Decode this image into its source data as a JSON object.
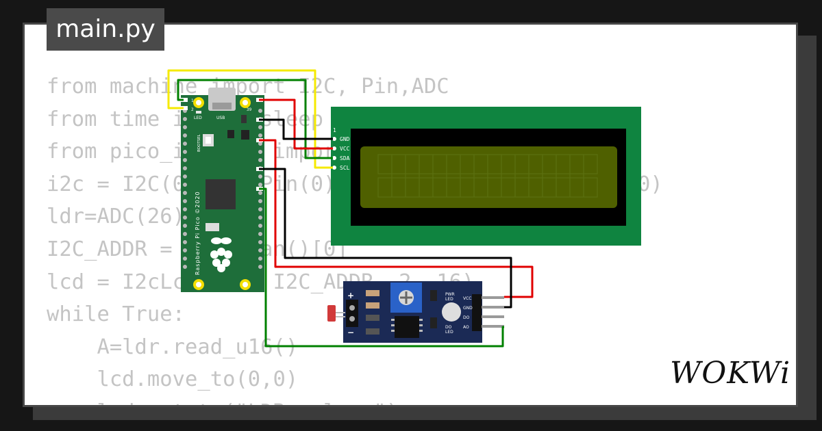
{
  "file": {
    "name": "main.py"
  },
  "code_lines": [
    "from machine import I2C, Pin,ADC",
    "from time import sleep",
    "from pico_i2c_lcd import I2cLcd",
    "i2c = I2C(0, sda=Pin(0), scl=Pin(1), freq=400000)",
    "ldr=ADC(26)",
    "I2C_ADDR = i2c.scan()[0]",
    "lcd = I2cLcd(i2c, I2C_ADDR, 2, 16)",
    "while True:",
    "    A=ldr.read_u16()",
    "    lcd.move_to(0,0)",
    "    lcd.putstr(\"LDR value:\")"
  ],
  "pico": {
    "silk_board": "Raspberry Pi Pico ©2020",
    "led_label": "LED",
    "usb_label": "USB",
    "bootsel_label": "BOOTSEL",
    "pin_top_left": "1",
    "pin_top_left_2": "2",
    "pin_top_right": "39"
  },
  "lcd": {
    "pin_number": "1",
    "pins": [
      "GND",
      "VCC",
      "SDA",
      "SCL"
    ]
  },
  "ldr_module": {
    "pins": [
      "VCC",
      "GND",
      "DO",
      "AO"
    ],
    "pwr_led_label": "PWR\nLED",
    "do_led_label": "DO\nLED",
    "plus": "+",
    "minus": "−"
  },
  "brand": {
    "text": "WOKWi"
  },
  "colors": {
    "background": "#161616",
    "card": "#ffffff",
    "code_text": "#c4c4c4",
    "pico_board": "#1e6e3a",
    "lcd_pcb": "#0f8440",
    "lcd_screen": "#4f6000",
    "sensor_board": "#1b2a55",
    "wire_yellow": "#f5ea00",
    "wire_green": "#008000",
    "wire_red": "#e00000",
    "wire_black": "#000000"
  }
}
